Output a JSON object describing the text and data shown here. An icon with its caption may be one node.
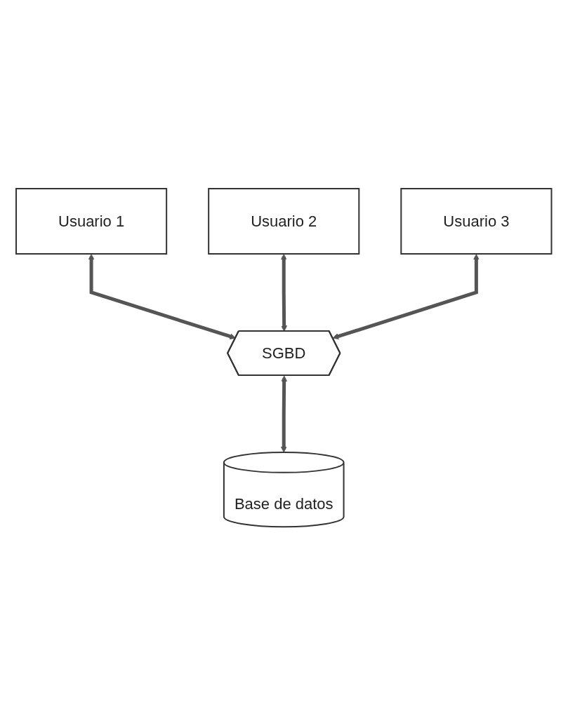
{
  "diagram": {
    "nodes": [
      {
        "text": [
          "Usuario 1"
        ]
      },
      {
        "text": [
          "Usuario 2"
        ]
      },
      {
        "text": [
          "Usuario 3"
        ]
      },
      {
        "text": [
          "SGBD"
        ]
      },
      {
        "text": [
          "Base de datos"
        ]
      }
    ],
    "edges": [
      {
        "from": 0,
        "to": 3,
        "arrow": "both"
      },
      {
        "from": 1,
        "to": 3,
        "arrow": "both"
      },
      {
        "from": 2,
        "to": 3,
        "arrow": "both"
      },
      {
        "from": 3,
        "to": 4,
        "arrow": "both"
      }
    ]
  }
}
